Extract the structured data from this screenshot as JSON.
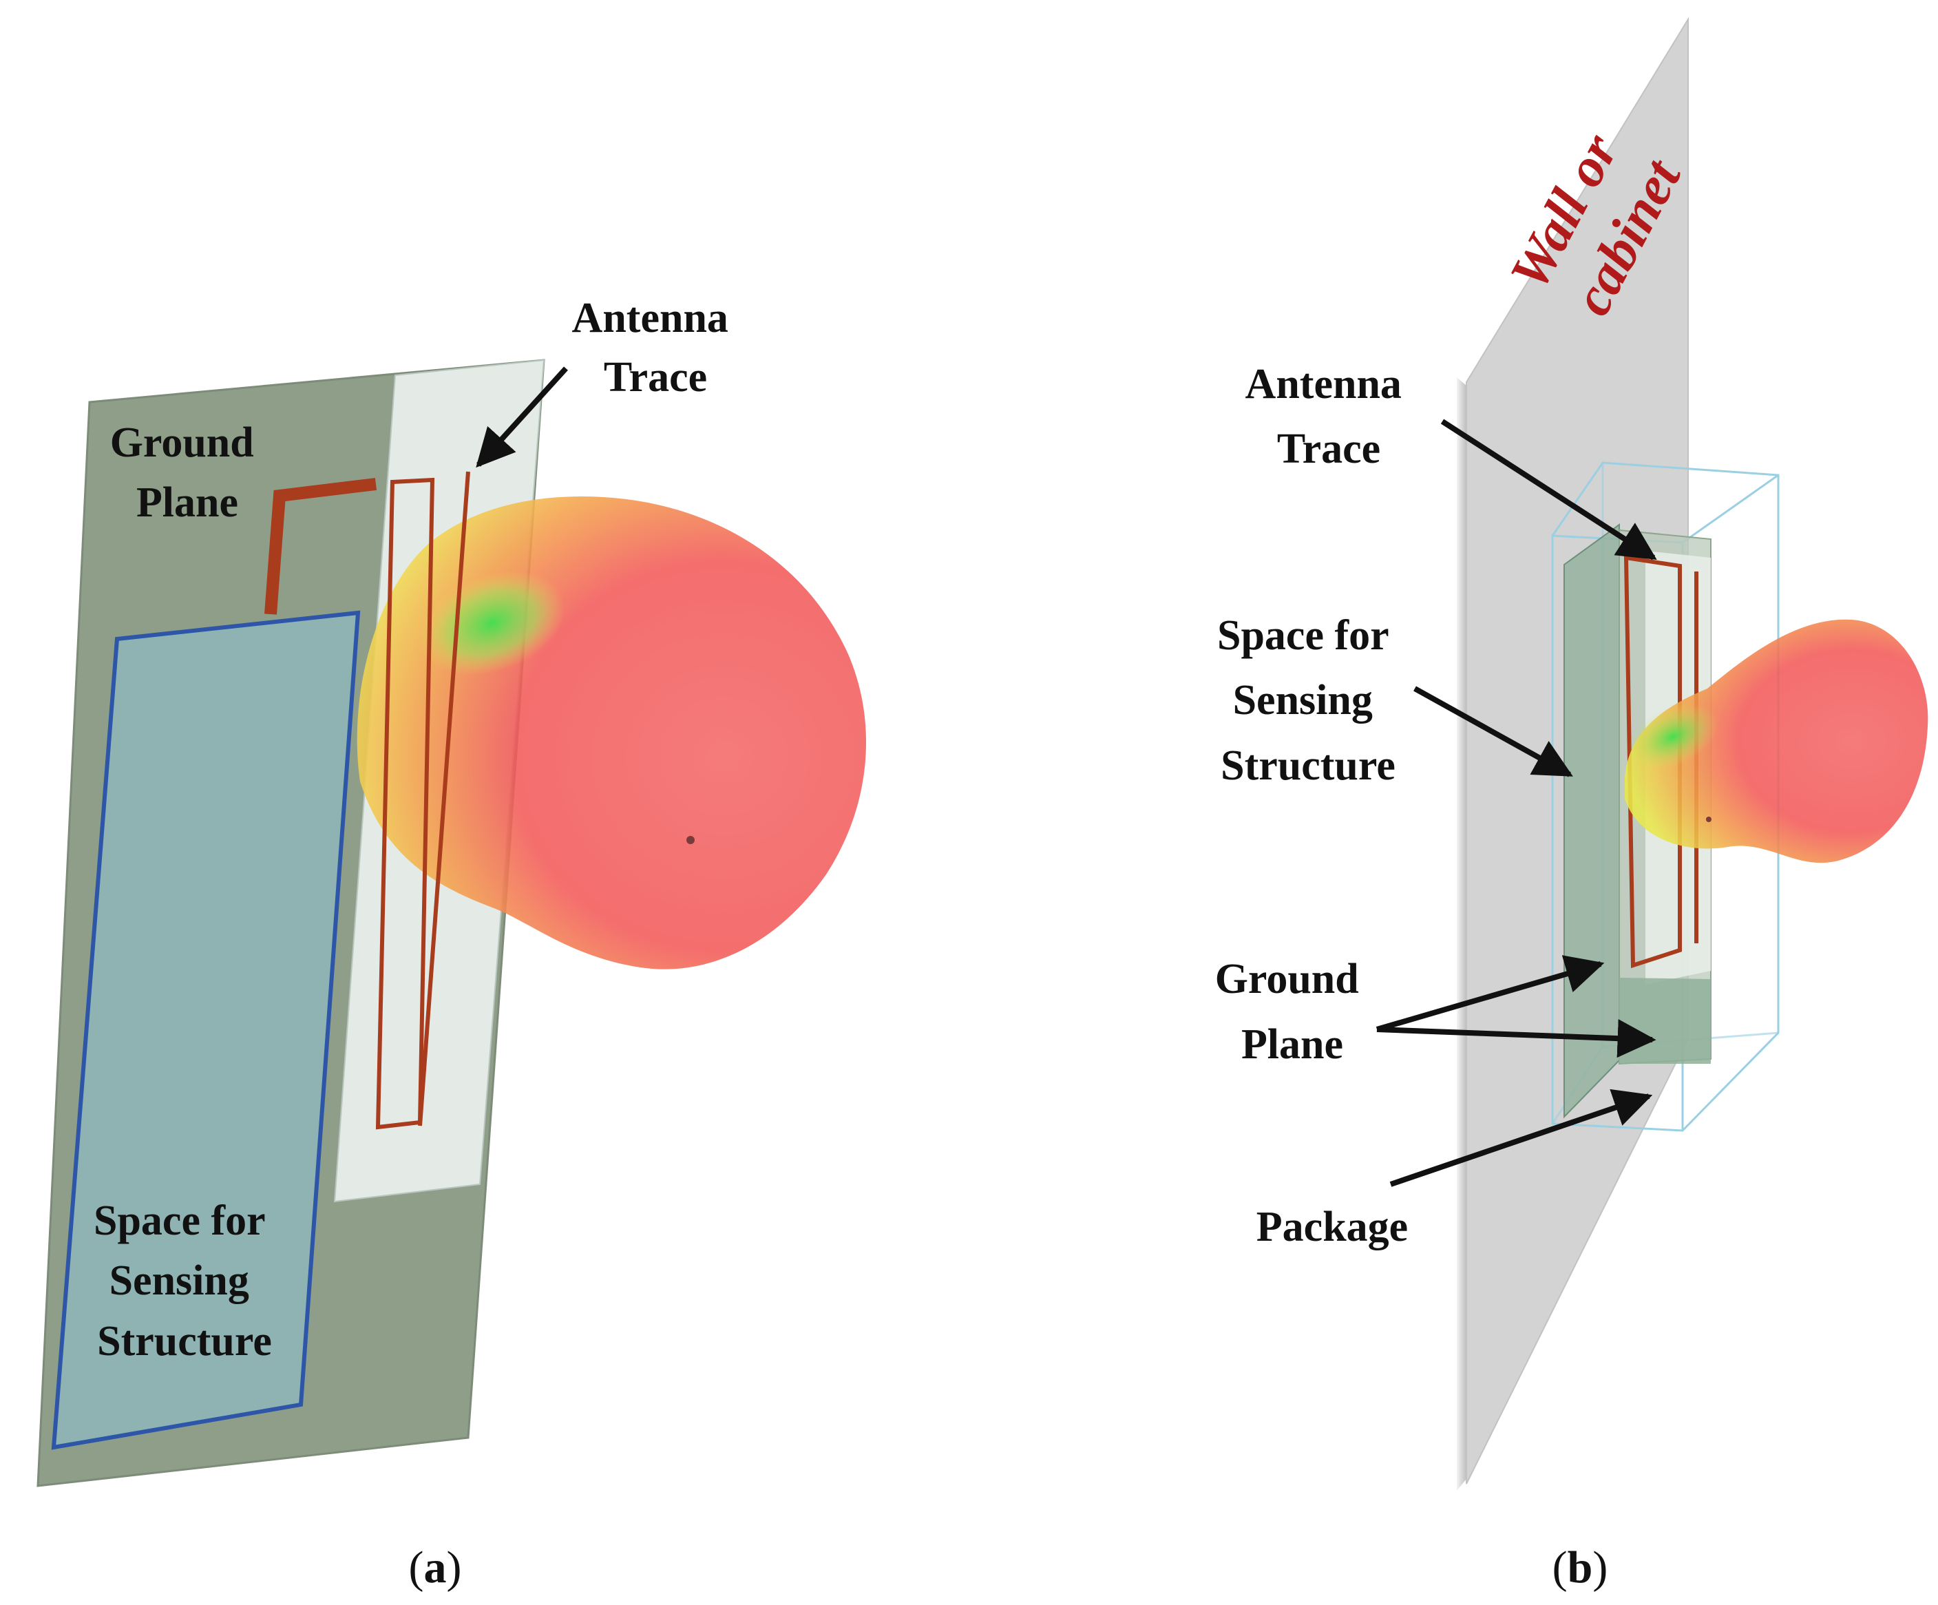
{
  "panel_a": {
    "labels": {
      "antenna_trace": [
        "Antenna",
        "Trace"
      ],
      "ground_plane": [
        "Ground",
        "Plane"
      ],
      "sensing_space": [
        "Space for",
        "Sensing",
        "Structure"
      ]
    },
    "caption_letter": "a"
  },
  "panel_b": {
    "labels": {
      "wall": [
        "Wall or",
        "cabinet"
      ],
      "antenna_trace": [
        "Antenna",
        "Trace"
      ],
      "sensing_space": [
        "Space for",
        "Sensing",
        "Structure"
      ],
      "ground_plane": [
        "Ground",
        "Plane"
      ],
      "package": "Package"
    },
    "caption_letter": "b"
  },
  "colors": {
    "ground_plane": "#8f9e89",
    "sensing_area": "#8fb3b3",
    "sensing_border": "#2d56a8",
    "antenna_trace": "#a83c1c",
    "wall": "#d3d3d3",
    "wall_label": "#b11a1a",
    "lobe_main": "#f25a5a",
    "lobe_low": "#3fe050"
  }
}
